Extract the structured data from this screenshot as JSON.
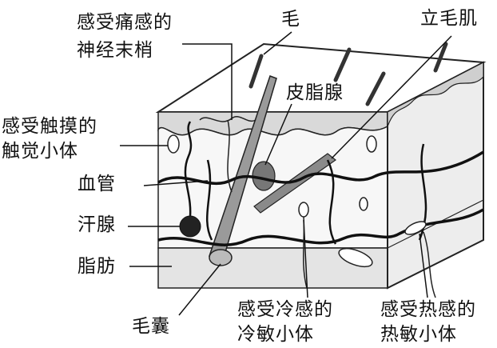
{
  "diagram": {
    "labels": {
      "pain_receptor_1": "感受痛感的",
      "pain_receptor_2": "神经末梢",
      "hair": "毛",
      "arrector_pili": "立毛肌",
      "sebaceous_gland": "皮脂腺",
      "touch_corpuscle_1": "感受触摸的",
      "touch_corpuscle_2": "触觉小体",
      "blood_vessel": "血管",
      "sweat_gland": "汗腺",
      "fat": "脂肪",
      "hair_follicle": "毛囊",
      "cold_corpuscle_1": "感受冷感的",
      "cold_corpuscle_2": "冷敏小体",
      "heat_corpuscle_1": "感受热感的",
      "heat_corpuscle_2": "热敏小体"
    }
  }
}
